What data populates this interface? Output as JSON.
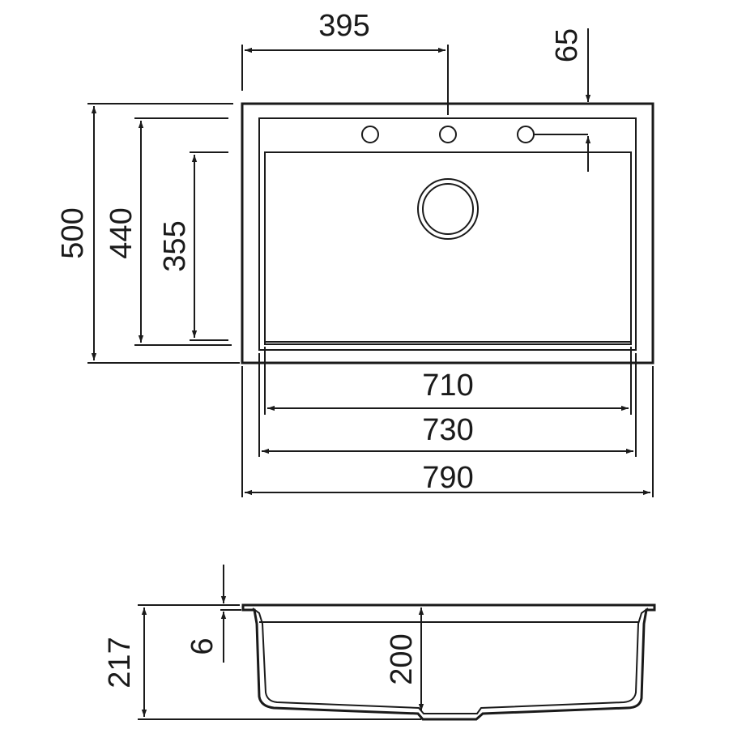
{
  "top_view": {
    "dims": {
      "holes_spacing": "395",
      "hole_offset": "65",
      "outer_depth": "500",
      "inner_depth": "440",
      "bowl_depth": "355",
      "bowl_width": "710",
      "inner_width": "730",
      "outer_width": "790"
    }
  },
  "side_view": {
    "dims": {
      "total_height": "217",
      "rim_thickness": "6",
      "bowl_height": "200"
    }
  }
}
